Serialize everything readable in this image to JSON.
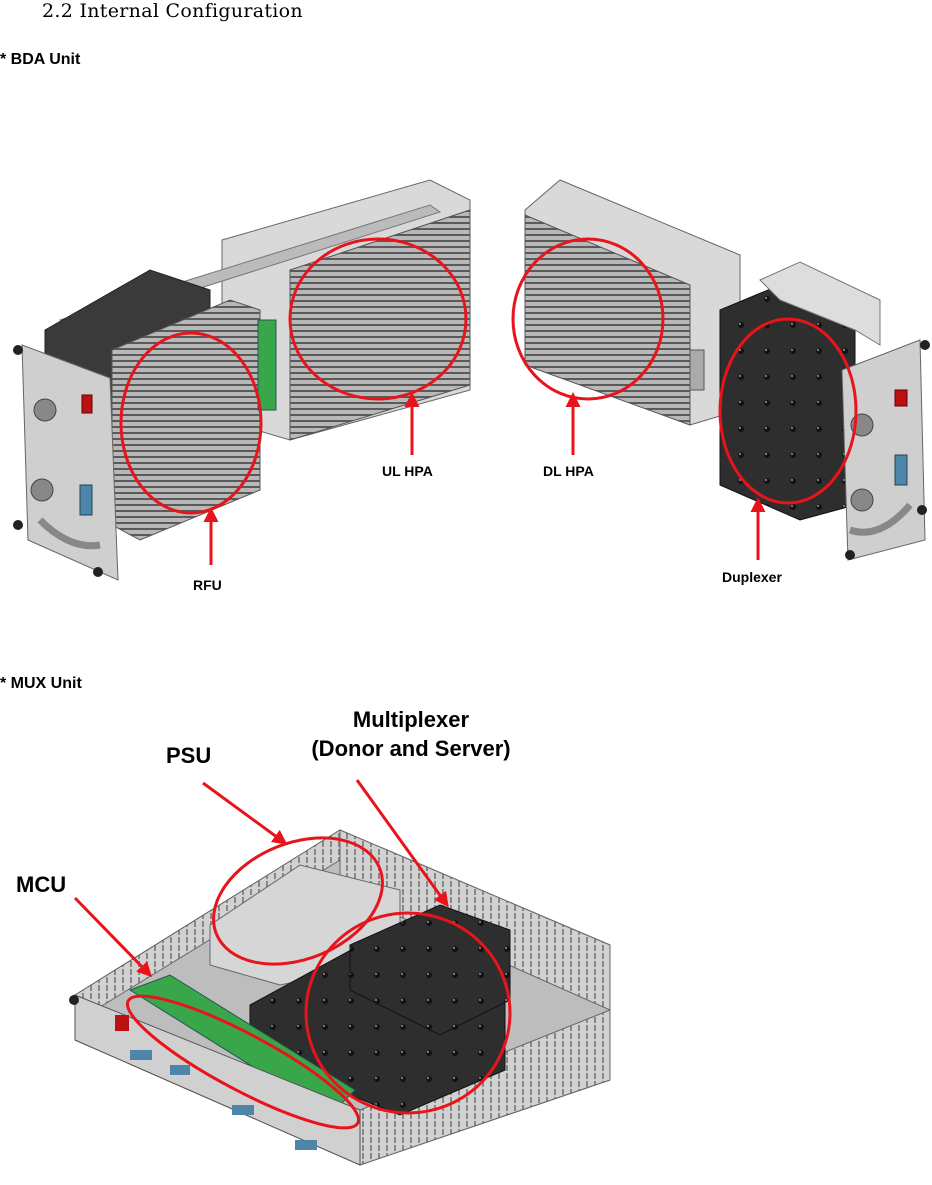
{
  "doc": {
    "heading": "2.2 Internal Configuration"
  },
  "bda": {
    "title": "* BDA Unit",
    "labels": {
      "rfu": "RFU",
      "ul_hpa": "UL HPA",
      "dl_hpa": "DL HPA",
      "duplexer": "Duplexer"
    }
  },
  "mux": {
    "title": "* MUX Unit",
    "labels": {
      "psu": "PSU",
      "mcu": "MCU",
      "mux_line1": "Multiplexer",
      "mux_line2": "(Donor and Server)"
    }
  },
  "colors": {
    "annotation": "#e8141b",
    "heatsink": "#9a9a9a",
    "panel": "#c8c8c8",
    "dark_module": "#2e2e2e",
    "pcb": "#3aa64a"
  }
}
